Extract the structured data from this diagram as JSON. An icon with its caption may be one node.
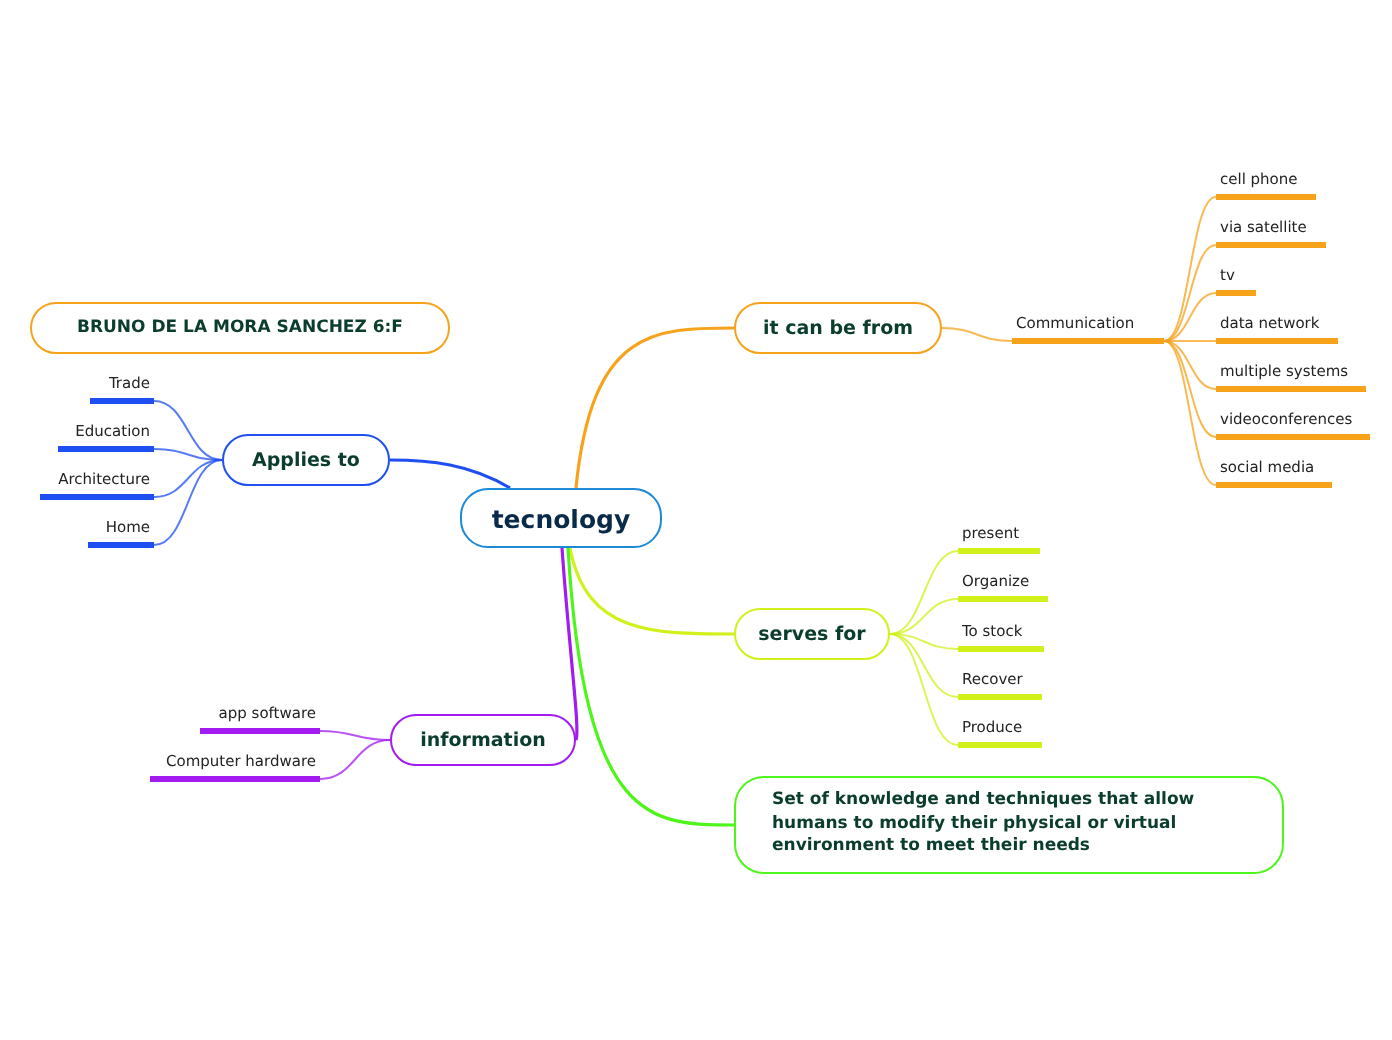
{
  "diagram": {
    "nodes": [
      {
        "text": [
          "tecnology"
        ]
      },
      {
        "text": [
          "BRUNO DE LA MORA SANCHEZ 6:F"
        ]
      },
      {
        "text": [
          "Applies to"
        ]
      },
      {
        "text": [
          "Trade"
        ]
      },
      {
        "text": [
          "Education"
        ]
      },
      {
        "text": [
          "Architecture"
        ]
      },
      {
        "text": [
          "Home"
        ]
      },
      {
        "text": [
          "information"
        ]
      },
      {
        "text": [
          "app software"
        ]
      },
      {
        "text": [
          "Computer hardware"
        ]
      },
      {
        "text": [
          "it can be from"
        ]
      },
      {
        "text": [
          "Communication"
        ]
      },
      {
        "text": [
          "cell phone"
        ]
      },
      {
        "text": [
          "via satellite"
        ]
      },
      {
        "text": [
          "tv"
        ]
      },
      {
        "text": [
          "data network"
        ]
      },
      {
        "text": [
          "multiple systems"
        ]
      },
      {
        "text": [
          "videoconferences"
        ]
      },
      {
        "text": [
          "social media"
        ]
      },
      {
        "text": [
          "serves for"
        ]
      },
      {
        "text": [
          "present"
        ]
      },
      {
        "text": [
          "Organize"
        ]
      },
      {
        "text": [
          "To stock"
        ]
      },
      {
        "text": [
          "Recover"
        ]
      },
      {
        "text": [
          "Produce"
        ]
      },
      {
        "text": [
          "Set of knowledge and techniques that allow humans to modify their physical or virtual environment to meet their needs"
        ]
      }
    ],
    "edges": [
      {
        "from": 0,
        "to": 2,
        "arrow": "none",
        "color": "#1f4ff0"
      },
      {
        "from": 2,
        "to": 3,
        "arrow": "none",
        "color": "#1f4ff0"
      },
      {
        "from": 2,
        "to": 4,
        "arrow": "none",
        "color": "#1f4ff0"
      },
      {
        "from": 2,
        "to": 5,
        "arrow": "none",
        "color": "#1f4ff0"
      },
      {
        "from": 2,
        "to": 6,
        "arrow": "none",
        "color": "#1f4ff0"
      },
      {
        "from": 0,
        "to": 7,
        "arrow": "none",
        "color": "#a21bf0"
      },
      {
        "from": 7,
        "to": 8,
        "arrow": "none",
        "color": "#a21bf0"
      },
      {
        "from": 7,
        "to": 9,
        "arrow": "none",
        "color": "#a21bf0"
      },
      {
        "from": 0,
        "to": 10,
        "arrow": "none"
      },
      {
        "from": 10,
        "to": 11,
        "arrow": "none"
      },
      {
        "from": 11,
        "to": 12,
        "arrow": "none"
      },
      {
        "from": 11,
        "to": 13,
        "arrow": "none"
      },
      {
        "from": 11,
        "to": 14,
        "arrow": "none"
      },
      {
        "from": 11,
        "to": 15,
        "arrow": "none"
      },
      {
        "from": 11,
        "to": 16,
        "arrow": "none"
      },
      {
        "from": 11,
        "to": 17,
        "arrow": "none"
      },
      {
        "from": 11,
        "to": 18,
        "arrow": "none"
      },
      {
        "from": 0,
        "to": 19,
        "arrow": "none",
        "color": "#d2f01b"
      },
      {
        "from": 19,
        "to": 20,
        "arrow": "none",
        "color": "#d2f01b"
      },
      {
        "from": 19,
        "to": 21,
        "arrow": "none",
        "color": "#d2f01b"
      },
      {
        "from": 19,
        "to": 22,
        "arrow": "none",
        "color": "#d2f01b"
      },
      {
        "from": 19,
        "to": 23,
        "arrow": "none",
        "color": "#d2f01b"
      },
      {
        "from": 19,
        "to": 24,
        "arrow": "none",
        "color": "#d2f01b"
      },
      {
        "from": 0,
        "to": 25,
        "arrow": "none",
        "color": "#4ef51b"
      }
    ]
  }
}
